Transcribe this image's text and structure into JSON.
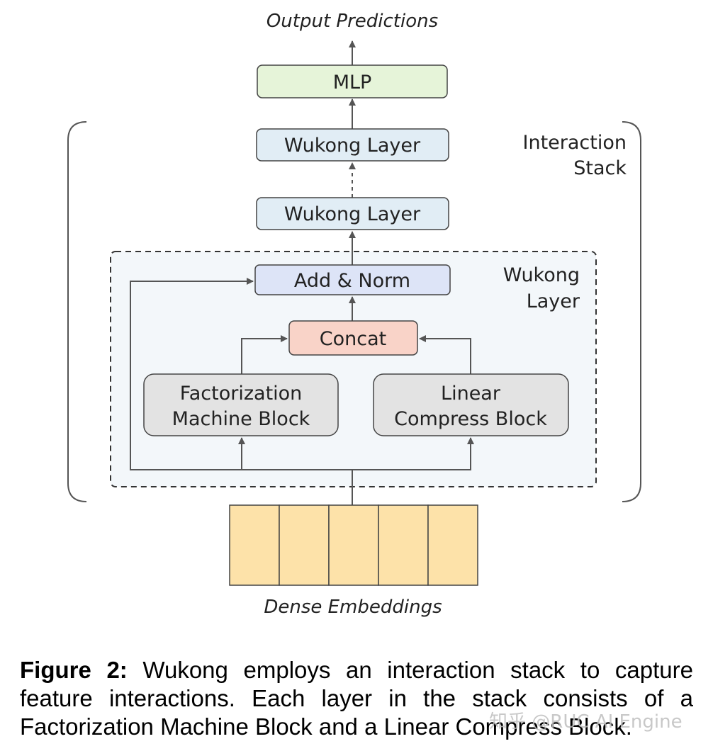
{
  "diagram": {
    "output_label": "Output Predictions",
    "mlp_label": "MLP",
    "interaction_stack_label": [
      "Interaction",
      "Stack"
    ],
    "wukong_layer_top_label": "Wukong Layer",
    "wukong_layer_bottom_label": "Wukong Layer",
    "wukong_layer_detail_label": [
      "Wukong",
      "Layer"
    ],
    "add_norm_label": "Add & Norm",
    "concat_label": "Concat",
    "fm_block_label": [
      "Factorization",
      "Machine Block"
    ],
    "lcb_block_label": [
      "Linear",
      "Compress Block"
    ],
    "dense_embeddings_label": "Dense Embeddings",
    "embedding_cell_count": 5,
    "colors": {
      "mlp_fill": "#e6f4d9",
      "wukong_fill": "#e1edf5",
      "add_norm_fill": "#dde4f7",
      "concat_fill": "#f9d3c8",
      "block_fill": "#e3e3e3",
      "embedding_fill": "#fde2a9",
      "dashed_region_fill": "#f3f7fa"
    }
  },
  "caption": {
    "figure_label": "Figure 2:",
    "text": "Wukong employs an interaction stack to capture feature interactions. Each layer in the stack consists of a Factorization Machine Block and a Linear Compress Block."
  },
  "watermark": "知乎 @RUC AI Engine"
}
